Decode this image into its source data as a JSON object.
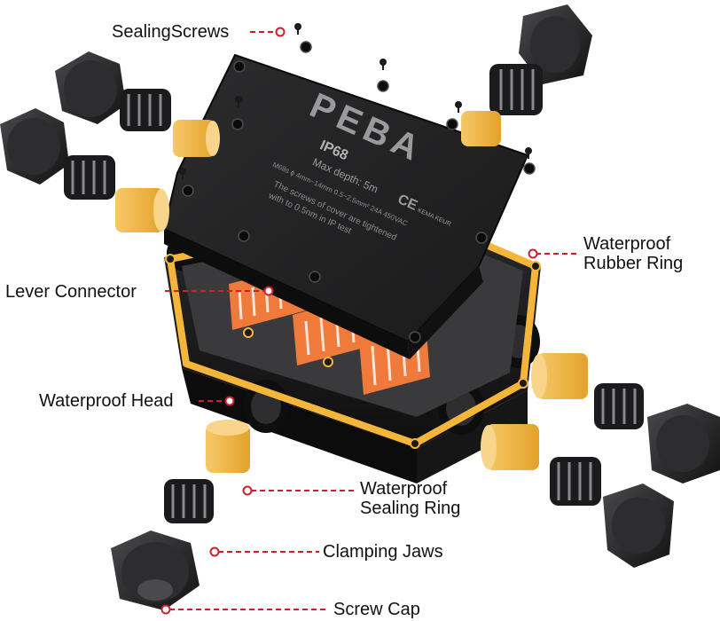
{
  "labels": {
    "sealing_screws": "SealingScrews",
    "lever_connector": "Lever Connector",
    "waterproof_rubber_ring_1": "Waterproof",
    "waterproof_rubber_ring_2": "Rubber Ring",
    "waterproof_head": "Waterproof Head",
    "waterproof_sealing_ring_1": "Waterproof",
    "waterproof_sealing_ring_2": "Sealing Ring",
    "clamping_jaws": "Clamping Jaws",
    "screw_cap": "Screw Cap"
  },
  "lid_text": {
    "brand": "PEBA",
    "rating": "IP68",
    "depth": "Max depth: 5m",
    "specs": "M68s   ϕ 4mm~14mm   0.5~2.5mm²   24A   450VAC",
    "ce": "CE",
    "kema": "KEMA KEUR",
    "note_1": "The screws of cover are tightened",
    "note_2": "with to 0.5nm in IP test"
  },
  "colors": {
    "leader": "#d11f2a",
    "housing": "#1d1d1f",
    "seal": "#f3b53a",
    "lever": "#f07a3c"
  }
}
